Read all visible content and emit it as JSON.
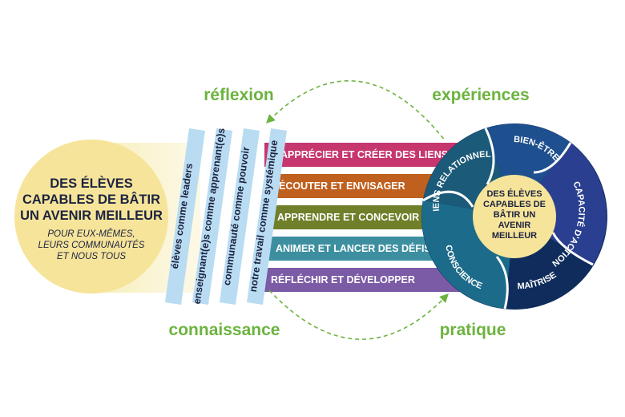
{
  "goal": {
    "title_lines": [
      "DES ÉLÈVES",
      "CAPABLES DE BÂTIR",
      "UN AVENIR MEILLEUR"
    ],
    "sub_lines": [
      "POUR EUX-MÊMES,",
      "LEURS COMMUNAUTÉS",
      "ET NOUS TOUS"
    ]
  },
  "strips": [
    "élèves comme leaders",
    "enseignant(e)s comme apprenant(e)s",
    "communauté comme pouvoir",
    "notre travail comme systémique"
  ],
  "bars": [
    {
      "label": "APPRÉCIER ET CRÉER DES LIENS",
      "color": "#c6366f"
    },
    {
      "label": "ÉCOUTER ET ENVISAGER",
      "color": "#c0601e"
    },
    {
      "label": "APPRENDRE ET CONCEVOIR",
      "color": "#6f7f2a"
    },
    {
      "label": "ANIMER ET LANCER DES DÉFIS",
      "color": "#3d8fa0"
    },
    {
      "label": "RÉFLÉCHIR ET DÉVELOPPER",
      "color": "#7b5aa6"
    }
  ],
  "cycle": {
    "top_left": "réflexion",
    "top_right": "expériences",
    "bottom_left": "connaissance",
    "bottom_right": "pratique",
    "color": "#6cb33f"
  },
  "wheel": {
    "center_lines": [
      "DES ÉLÈVES",
      "CAPABLES DE",
      "BÂTIR UN",
      "AVENIR",
      "MEILLEUR"
    ],
    "segments": [
      "LIENS RELATIONNELS",
      "BIEN-ÊTRE",
      "CAPACITÉ D'ACTION",
      "MAÎTRISE",
      "CONSCIENCE"
    ]
  },
  "colors": {
    "goal_circle": "#f6e49a",
    "strip": "#b9dcf2",
    "navy": "#0f2c5c",
    "wheel_dark": "#153a73",
    "center": "#f6e49a"
  }
}
